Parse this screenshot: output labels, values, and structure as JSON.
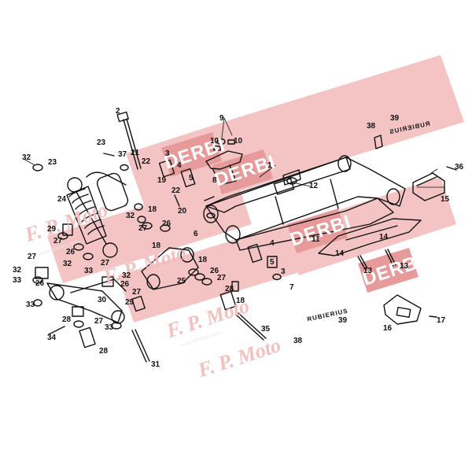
{
  "diagram": {
    "colors": {
      "line": "#111111",
      "band": "#f4c4c4",
      "wordmark_bg": "#e79a9a",
      "watermark": "#f3b9b9"
    },
    "brand": "DERBI",
    "watermark": "F. P. Moto",
    "watermark_sub": "www.fpmoto.com",
    "decals": {
      "mirrored": "RUBIERIUS",
      "upright": "RUBIERIUS"
    },
    "callouts": [
      "1",
      "2",
      "3",
      "4",
      "5",
      "6",
      "7",
      "8",
      "9",
      "10",
      "11",
      "12",
      "13",
      "14",
      "15",
      "16",
      "17",
      "18",
      "19",
      "20",
      "21",
      "22",
      "23",
      "24",
      "25",
      "26",
      "27",
      "28",
      "29",
      "30",
      "31",
      "32",
      "33",
      "34",
      "35",
      "36",
      "37",
      "38",
      "39"
    ]
  }
}
